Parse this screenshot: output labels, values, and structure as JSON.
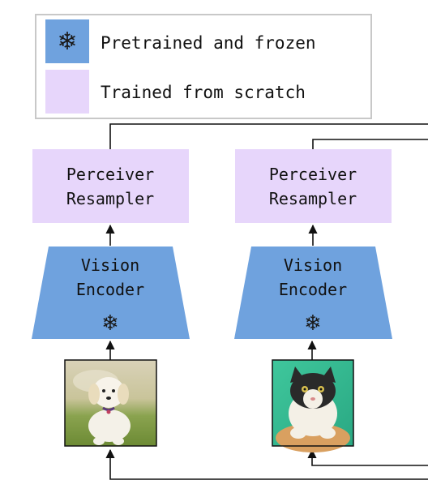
{
  "legend": {
    "frozen_label": "Pretrained and frozen",
    "trained_label": "Trained from scratch",
    "frozen_icon": "snowflake-icon",
    "frozen_glyph": "❄"
  },
  "colors": {
    "frozen": "#6fa2de",
    "trained": "#e7d6fb",
    "lines": "#111111"
  },
  "columns": [
    {
      "resampler_label_line1": "Perceiver",
      "resampler_label_line2": "Resampler",
      "encoder_label_line1": "Vision",
      "encoder_label_line2": "Encoder",
      "encoder_icon": "snowflake-icon",
      "image_subject": "puppy-photo"
    },
    {
      "resampler_label_line1": "Perceiver",
      "resampler_label_line2": "Resampler",
      "encoder_label_line1": "Vision",
      "encoder_label_line2": "Encoder",
      "encoder_icon": "snowflake-icon",
      "image_subject": "cat-photo"
    }
  ]
}
